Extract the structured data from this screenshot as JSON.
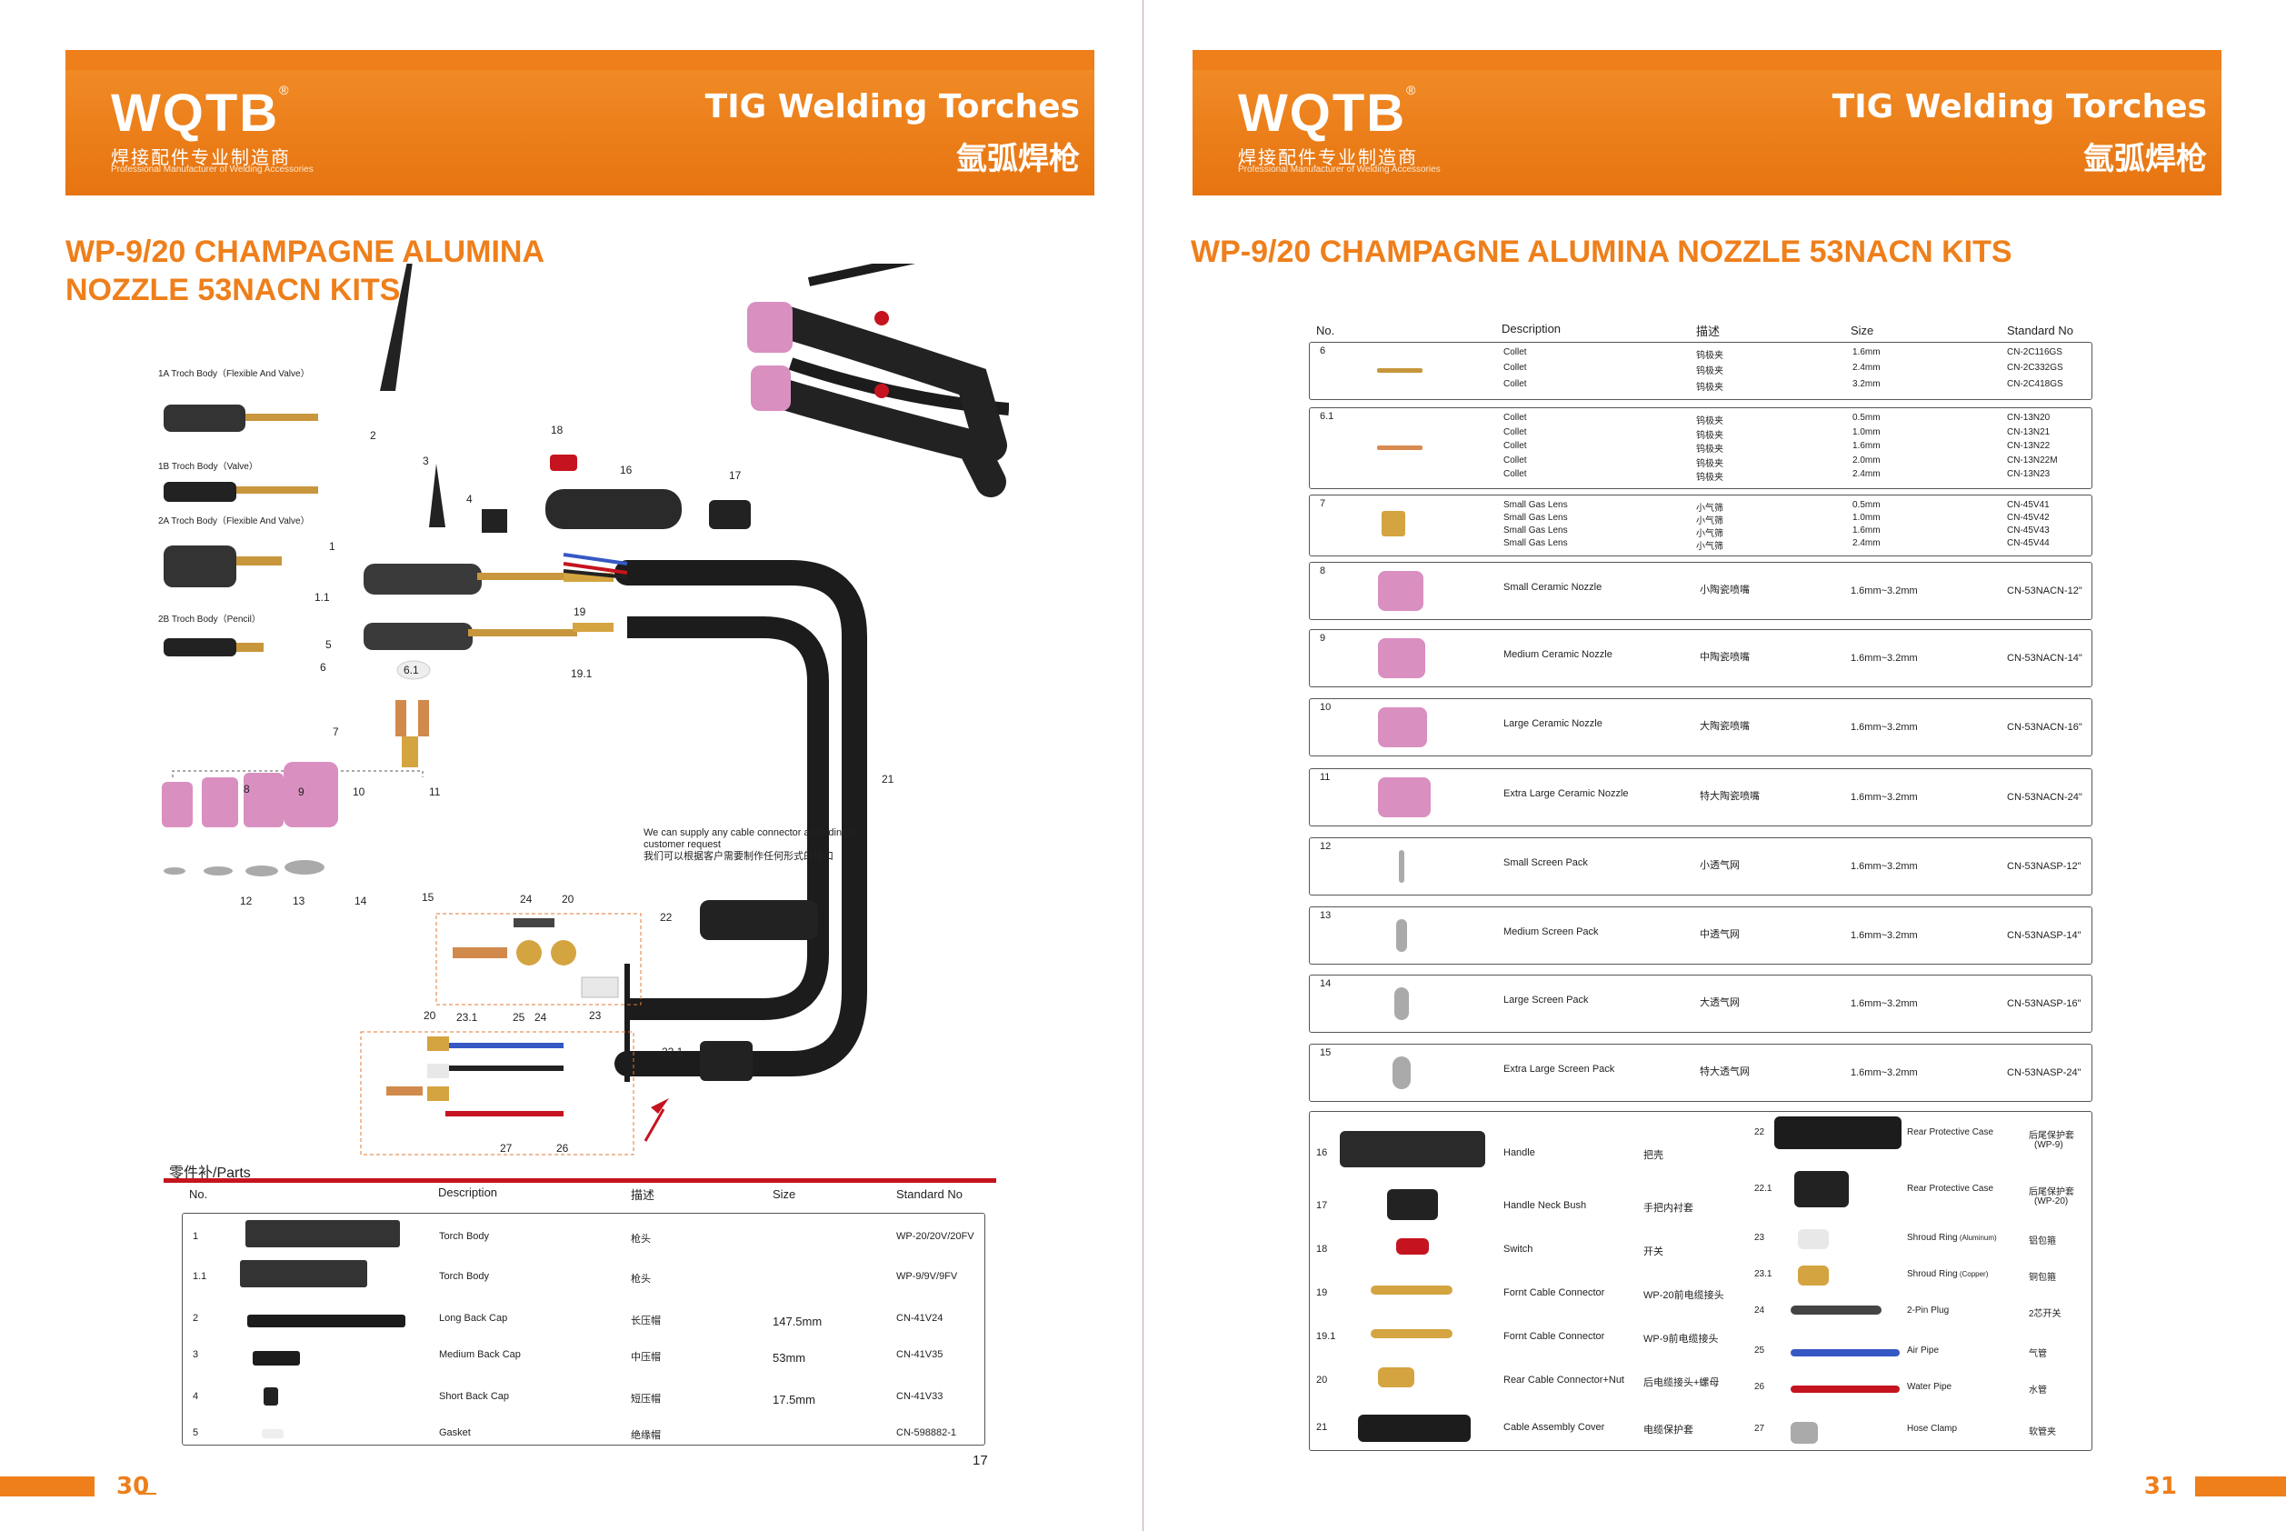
{
  "brand": {
    "logo": "WQTB",
    "reg": "®",
    "tag_cn": "焊接配件专业制造商",
    "tag_en": "Professional Manufacturer of Welding Accessories",
    "product_en": "TIG Welding Torches",
    "product_cn": "氩弧焊枪"
  },
  "left": {
    "title": "WP-9/20 CHAMPAGNE ALUMINA NOZZLE 53NACN KITS",
    "page_number": "30",
    "diagram_labels": {
      "body_1a": "1A  Troch Body（Flexible And Valve）",
      "body_1b": "1B  Troch Body（Valve）",
      "body_2a": "2A  Troch Body（Flexible And Valve）",
      "body_2b": "2B  Troch Body（Pencil）",
      "n1": "1",
      "n1_1": "1.1",
      "n2": "2",
      "n3": "3",
      "n4": "4",
      "n5": "5",
      "n6": "6",
      "n6_1": "6.1",
      "n7": "7",
      "n8": "8",
      "n9": "9",
      "n10": "10",
      "n11": "11",
      "n12": "12",
      "n13": "13",
      "n14": "14",
      "n15": "15",
      "n16": "16",
      "n17": "17",
      "n18": "18",
      "n19": "19",
      "n19_1": "19.1",
      "n20a": "20",
      "n20b": "20",
      "n21": "21",
      "n22": "22",
      "n22_1": "22.1",
      "n23a": "23",
      "n23_1": "23.1",
      "n24a": "24",
      "n24b": "24",
      "n25": "25",
      "n26": "26",
      "n27": "27"
    },
    "note_en": "We can supply any cable connector according to customer request",
    "note_cn": "我们可以根据客户需要制作任何形式的接口",
    "parts_title": "零件补/Parts",
    "headers": {
      "no": "No.",
      "desc": "Description",
      "cn": "描述",
      "size": "Size",
      "std": "Standard No"
    },
    "rows": [
      {
        "no": "1",
        "desc": "Torch Body",
        "cn": "枪头",
        "size": "",
        "std": "WP-20/20V/20FV"
      },
      {
        "no": "1.1",
        "desc": "Torch Body",
        "cn": "枪头",
        "size": "",
        "std": "WP-9/9V/9FV"
      },
      {
        "no": "2",
        "desc": "Long Back Cap",
        "cn": "长压帽",
        "size": "147.5mm",
        "std": "CN-41V24"
      },
      {
        "no": "3",
        "desc": "Medium Back Cap",
        "cn": "中压帽",
        "size": "53mm",
        "std": "CN-41V35"
      },
      {
        "no": "4",
        "desc": "Short Back Cap",
        "cn": "短压帽",
        "size": "17.5mm",
        "std": "CN-41V33"
      },
      {
        "no": "5",
        "desc": "Gasket",
        "cn": "绝缘帽",
        "size": "",
        "std": "CN-598882-1"
      }
    ],
    "sub_page": "17"
  },
  "right": {
    "title": "WP-9/20 CHAMPAGNE ALUMINA NOZZLE 53NACN KITS",
    "page_number": "31",
    "headers": {
      "no": "No.",
      "desc": "Description",
      "cn": "描述",
      "size": "Size",
      "std": "Standard No"
    },
    "groups": [
      {
        "no": "6",
        "items": [
          {
            "desc": "Collet",
            "cn": "钨极夹",
            "size": "1.6mm",
            "std": "CN-2C116GS"
          },
          {
            "desc": "Collet",
            "cn": "钨极夹",
            "size": "2.4mm",
            "std": "CN-2C332GS"
          },
          {
            "desc": "Collet",
            "cn": "钨极夹",
            "size": "3.2mm",
            "std": "CN-2C418GS"
          }
        ]
      },
      {
        "no": "6.1",
        "items": [
          {
            "desc": "Collet",
            "cn": "钨极夹",
            "size": "0.5mm",
            "std": "CN-13N20"
          },
          {
            "desc": "Collet",
            "cn": "钨极夹",
            "size": "1.0mm",
            "std": "CN-13N21"
          },
          {
            "desc": "Collet",
            "cn": "钨极夹",
            "size": "1.6mm",
            "std": "CN-13N22"
          },
          {
            "desc": "Collet",
            "cn": "钨极夹",
            "size": "2.0mm",
            "std": "CN-13N22M"
          },
          {
            "desc": "Collet",
            "cn": "钨极夹",
            "size": "2.4mm",
            "std": "CN-13N23"
          }
        ]
      },
      {
        "no": "7",
        "items": [
          {
            "desc": "Small Gas Lens",
            "cn": "小气筛",
            "size": "0.5mm",
            "std": "CN-45V41"
          },
          {
            "desc": "Small Gas Lens",
            "cn": "小气筛",
            "size": "1.0mm",
            "std": "CN-45V42"
          },
          {
            "desc": "Small Gas Lens",
            "cn": "小气筛",
            "size": "1.6mm",
            "std": "CN-45V43"
          },
          {
            "desc": "Small Gas Lens",
            "cn": "小气筛",
            "size": "2.4mm",
            "std": "CN-45V44"
          }
        ]
      },
      {
        "no": "8",
        "items": [
          {
            "desc": "Small Ceramic Nozzle",
            "cn": "小陶瓷喷嘴",
            "size": "1.6mm~3.2mm",
            "std": "CN-53NACN-12\""
          }
        ]
      },
      {
        "no": "9",
        "items": [
          {
            "desc": "Medium Ceramic Nozzle",
            "cn": "中陶瓷喷嘴",
            "size": "1.6mm~3.2mm",
            "std": "CN-53NACN-14\""
          }
        ]
      },
      {
        "no": "10",
        "items": [
          {
            "desc": "Large Ceramic Nozzle",
            "cn": "大陶瓷喷嘴",
            "size": "1.6mm~3.2mm",
            "std": "CN-53NACN-16\""
          }
        ]
      },
      {
        "no": "11",
        "items": [
          {
            "desc": "Extra Large Ceramic Nozzle",
            "cn": "特大陶瓷喷嘴",
            "size": "1.6mm~3.2mm",
            "std": "CN-53NACN-24\""
          }
        ]
      },
      {
        "no": "12",
        "items": [
          {
            "desc": "Small Screen Pack",
            "cn": "小透气网",
            "size": "1.6mm~3.2mm",
            "std": "CN-53NASP-12\""
          }
        ]
      },
      {
        "no": "13",
        "items": [
          {
            "desc": "Medium Screen Pack",
            "cn": "中透气网",
            "size": "1.6mm~3.2mm",
            "std": "CN-53NASP-14\""
          }
        ]
      },
      {
        "no": "14",
        "items": [
          {
            "desc": "Large Screen Pack",
            "cn": "大透气网",
            "size": "1.6mm~3.2mm",
            "std": "CN-53NASP-16\""
          }
        ]
      },
      {
        "no": "15",
        "items": [
          {
            "desc": "Extra Large Screen Pack",
            "cn": "特大透气网",
            "size": "1.6mm~3.2mm",
            "std": "CN-53NASP-24\""
          }
        ]
      }
    ],
    "accessories_left": [
      {
        "no": "16",
        "desc": "Handle",
        "cn": "把壳"
      },
      {
        "no": "17",
        "desc": "Handle Neck Bush",
        "cn": "手把内衬套"
      },
      {
        "no": "18",
        "desc": "Switch",
        "cn": "开关"
      },
      {
        "no": "19",
        "desc": "Fornt Cable Connector",
        "cn": "WP-20前电缆接头"
      },
      {
        "no": "19.1",
        "desc": "Fornt Cable Connector",
        "cn": "WP-9前电缆接头"
      },
      {
        "no": "20",
        "desc": "Rear Cable Connector+Nut",
        "cn": "后电缆接头+螺母"
      },
      {
        "no": "21",
        "desc": "Cable Assembly Cover",
        "cn": "电缆保护套"
      }
    ],
    "accessories_right": [
      {
        "no": "22",
        "desc": "Rear Protective Case",
        "cn": "后尾保护套",
        "cn2": "(WP-9)"
      },
      {
        "no": "22.1",
        "desc": "Rear Protective Case",
        "cn": "后尾保护套",
        "cn2": "(WP-20)"
      },
      {
        "no": "23",
        "desc": "Shroud Ring",
        "desc2": "(Aluminum)",
        "cn": "铝包箍",
        "cn2": ""
      },
      {
        "no": "23.1",
        "desc": "Shroud Ring",
        "desc2": "(Copper)",
        "cn": "铜包箍",
        "cn2": ""
      },
      {
        "no": "24",
        "desc": "2-Pin Plug",
        "cn": "2芯开关",
        "cn2": ""
      },
      {
        "no": "25",
        "desc": "Air Pipe",
        "cn": "气管",
        "cn2": ""
      },
      {
        "no": "26",
        "desc": "Water Pipe",
        "cn": "水管",
        "cn2": ""
      },
      {
        "no": "27",
        "desc": "Hose Clamp",
        "cn": "软管夹",
        "cn2": ""
      }
    ]
  },
  "colors": {
    "orange": "#ee7f1b",
    "red": "#c5141f",
    "nozzle": "#d98fc0"
  }
}
